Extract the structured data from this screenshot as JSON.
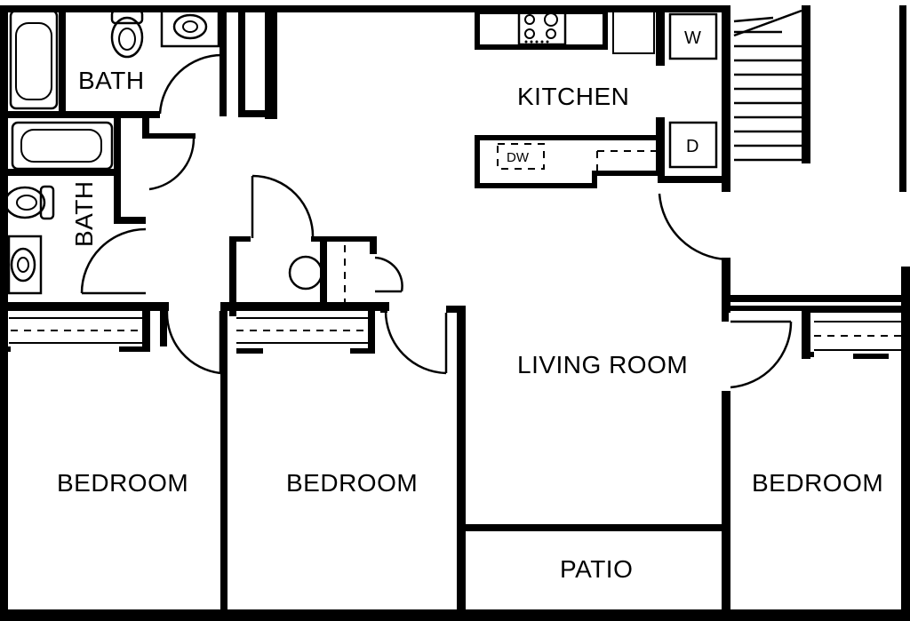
{
  "rooms": {
    "bath_top": "BATH",
    "bath_side": "BATH",
    "kitchen": "KITCHEN",
    "living_room": "LIVING ROOM",
    "bedroom_left": "BEDROOM",
    "bedroom_middle": "BEDROOM",
    "bedroom_right": "BEDROOM",
    "patio": "PATIO"
  },
  "appliances": {
    "washer": "W",
    "dryer": "D",
    "dishwasher": "DW"
  }
}
